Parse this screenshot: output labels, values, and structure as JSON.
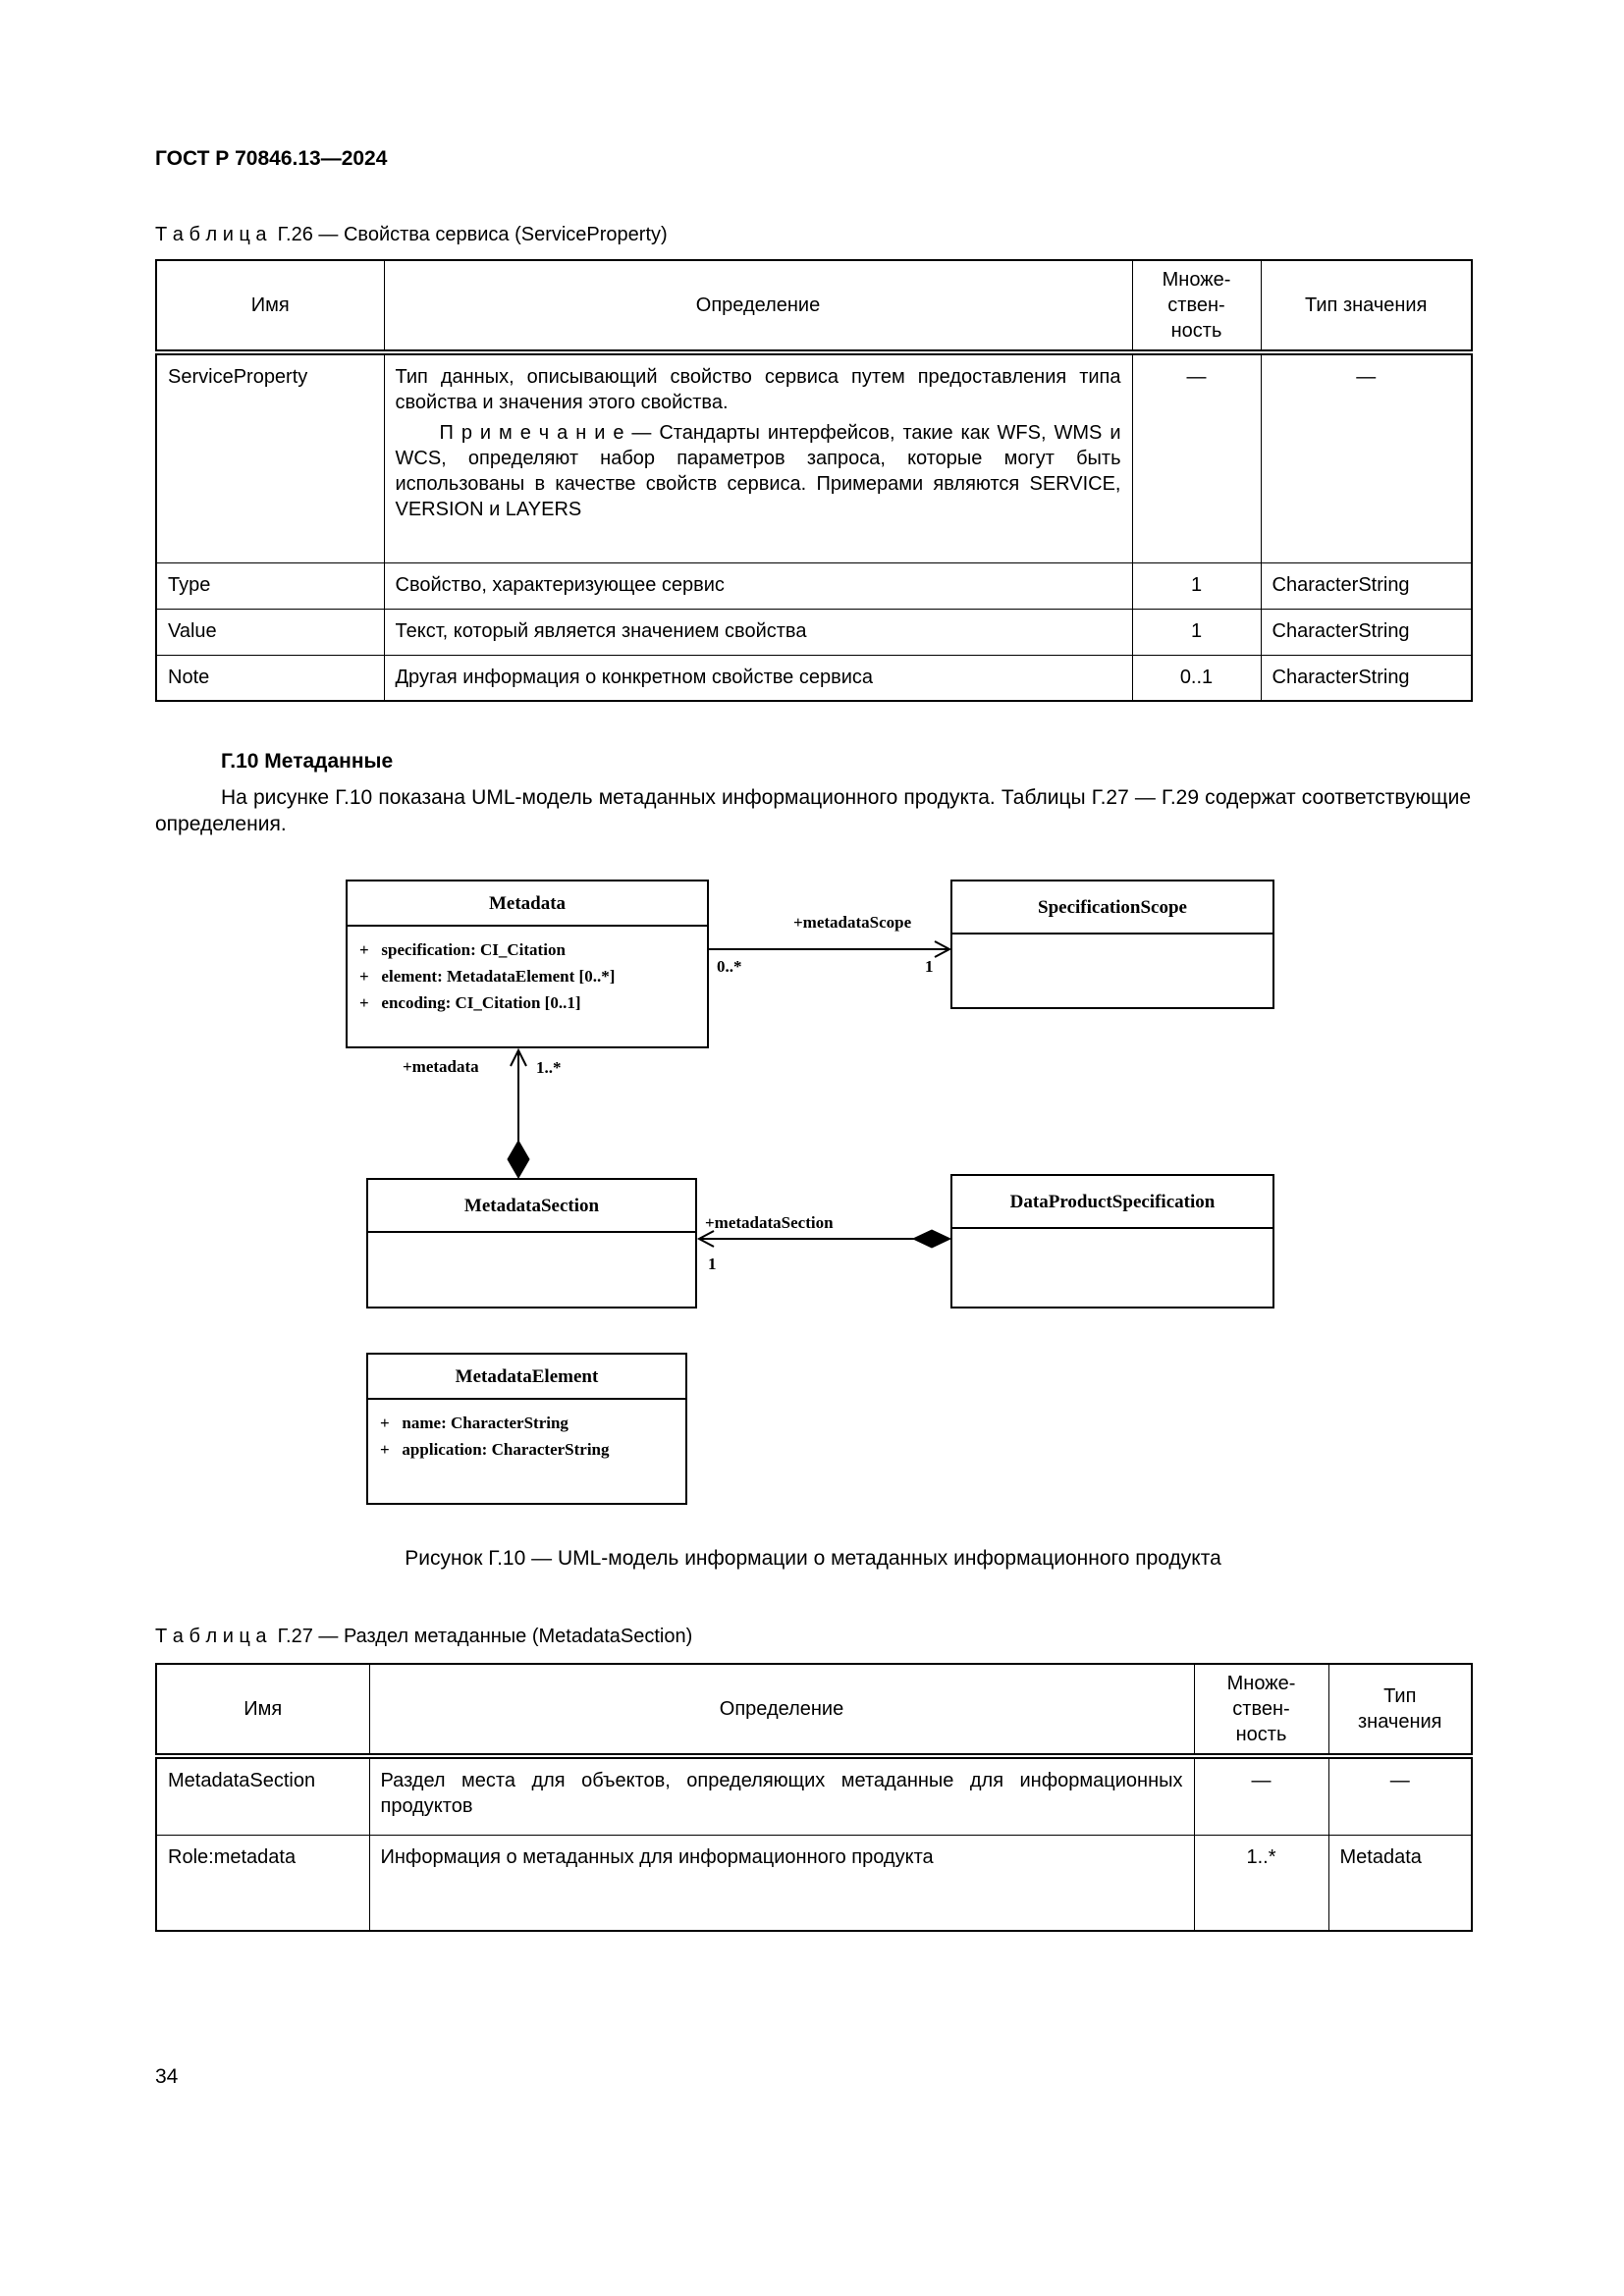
{
  "doc": {
    "header": "ГОСТ Р 70846.13—2024",
    "page_number": "34"
  },
  "table26": {
    "caption": "Т а б л и ц а  Г.26 — Свойства сервиса (ServiceProperty)",
    "headers": {
      "name": "Имя",
      "definition": "Определение",
      "multiplicity": "Множе-\nствен-\nность",
      "value_type": "Тип значения"
    },
    "rows": [
      {
        "name": "ServiceProperty",
        "definition": "Тип данных, описывающий свойство сервиса путем предоставления типа свойства и значения этого свойства.",
        "note": "П р и м е ч а н и е — Стандарты интерфейсов, такие как WFS, WMS и WCS, определяют набор параметров запроса, которые могут быть использованы в качестве свойств сервиса. Примерами являются SERVICE, VERSION и LAYERS",
        "multiplicity": "—",
        "value_type": "—"
      },
      {
        "name": "Type",
        "definition": "Свойство, характеризующее сервис",
        "multiplicity": "1",
        "value_type": "CharacterString"
      },
      {
        "name": "Value",
        "definition": "Текст, который является значением свойства",
        "multiplicity": "1",
        "value_type": "CharacterString"
      },
      {
        "name": "Note",
        "definition": "Другая информация о конкретном свойстве сервиса",
        "multiplicity": "0..1",
        "value_type": "CharacterString"
      }
    ]
  },
  "section": {
    "heading": "Г.10 Метаданные",
    "paragraph": "На рисунке Г.10 показана UML-модель метаданных информационного продукта. Таблицы Г.27 — Г.29 содержат соответствующие определения."
  },
  "diagram": {
    "classes": {
      "metadata": {
        "title": "Metadata",
        "attributes": [
          "+   specification: CI_Citation",
          "+   element: MetadataElement [0..*]",
          "+   encoding: CI_Citation [0..1]"
        ]
      },
      "specification_scope": {
        "title": "SpecificationScope"
      },
      "metadata_section": {
        "title": "MetadataSection"
      },
      "data_product_specification": {
        "title": "DataProductSpecification"
      },
      "metadata_element": {
        "title": "MetadataElement",
        "attributes": [
          "+   name: CharacterString",
          "+   application: CharacterString"
        ]
      }
    },
    "labels": {
      "metadata_scope_role": "+metadataScope",
      "metadata_scope_mult_source": "0..*",
      "metadata_scope_mult_target": "1",
      "metadata_role": "+metadata",
      "metadata_mult": "1..*",
      "metadata_section_role": "+metadataSection",
      "metadata_section_mult": "1"
    },
    "caption": "Рисунок Г.10 — UML-модель информации о метаданных информационного продукта"
  },
  "table27": {
    "caption": "Т а б л и ц а  Г.27 — Раздел метаданные (MetadataSection)",
    "headers": {
      "name": "Имя",
      "definition": "Определение",
      "multiplicity": "Множе-\nствен-\nность",
      "value_type": "Тип\nзначения"
    },
    "rows": [
      {
        "name": "MetadataSection",
        "definition": "Раздел места для объектов, определяющих метаданные для информационных продуктов",
        "multiplicity": "—",
        "value_type": "—"
      },
      {
        "name": "Role:metadata",
        "definition": "Информация о метаданных для информационного продукта",
        "multiplicity": "1..*",
        "value_type": "Metadata"
      }
    ]
  }
}
